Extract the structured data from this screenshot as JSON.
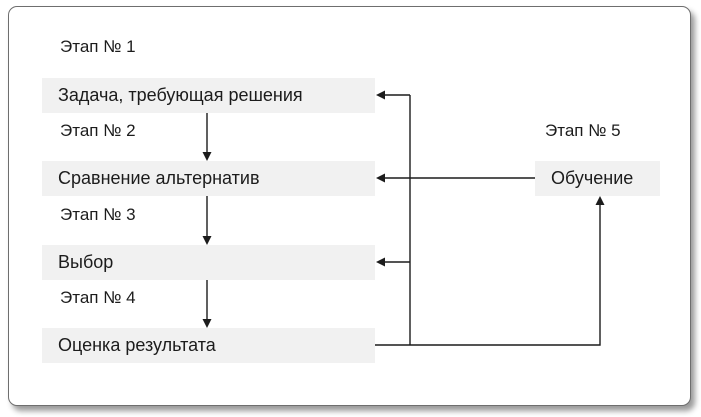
{
  "diagram": {
    "stages": [
      {
        "label": "Этап № 1",
        "box": "Задача, требующая решения"
      },
      {
        "label": "Этап № 2",
        "box": "Сравнение альтернатив"
      },
      {
        "label": "Этап № 3",
        "box": "Выбор"
      },
      {
        "label": "Этап № 4",
        "box": "Оценка результата"
      },
      {
        "label": "Этап № 5",
        "box": "Обучение"
      }
    ],
    "colors": {
      "box_background": "#f1f1f1",
      "line": "#1c1c1c",
      "text": "#1c1c1c",
      "card_border": "#6e6e6e"
    }
  }
}
